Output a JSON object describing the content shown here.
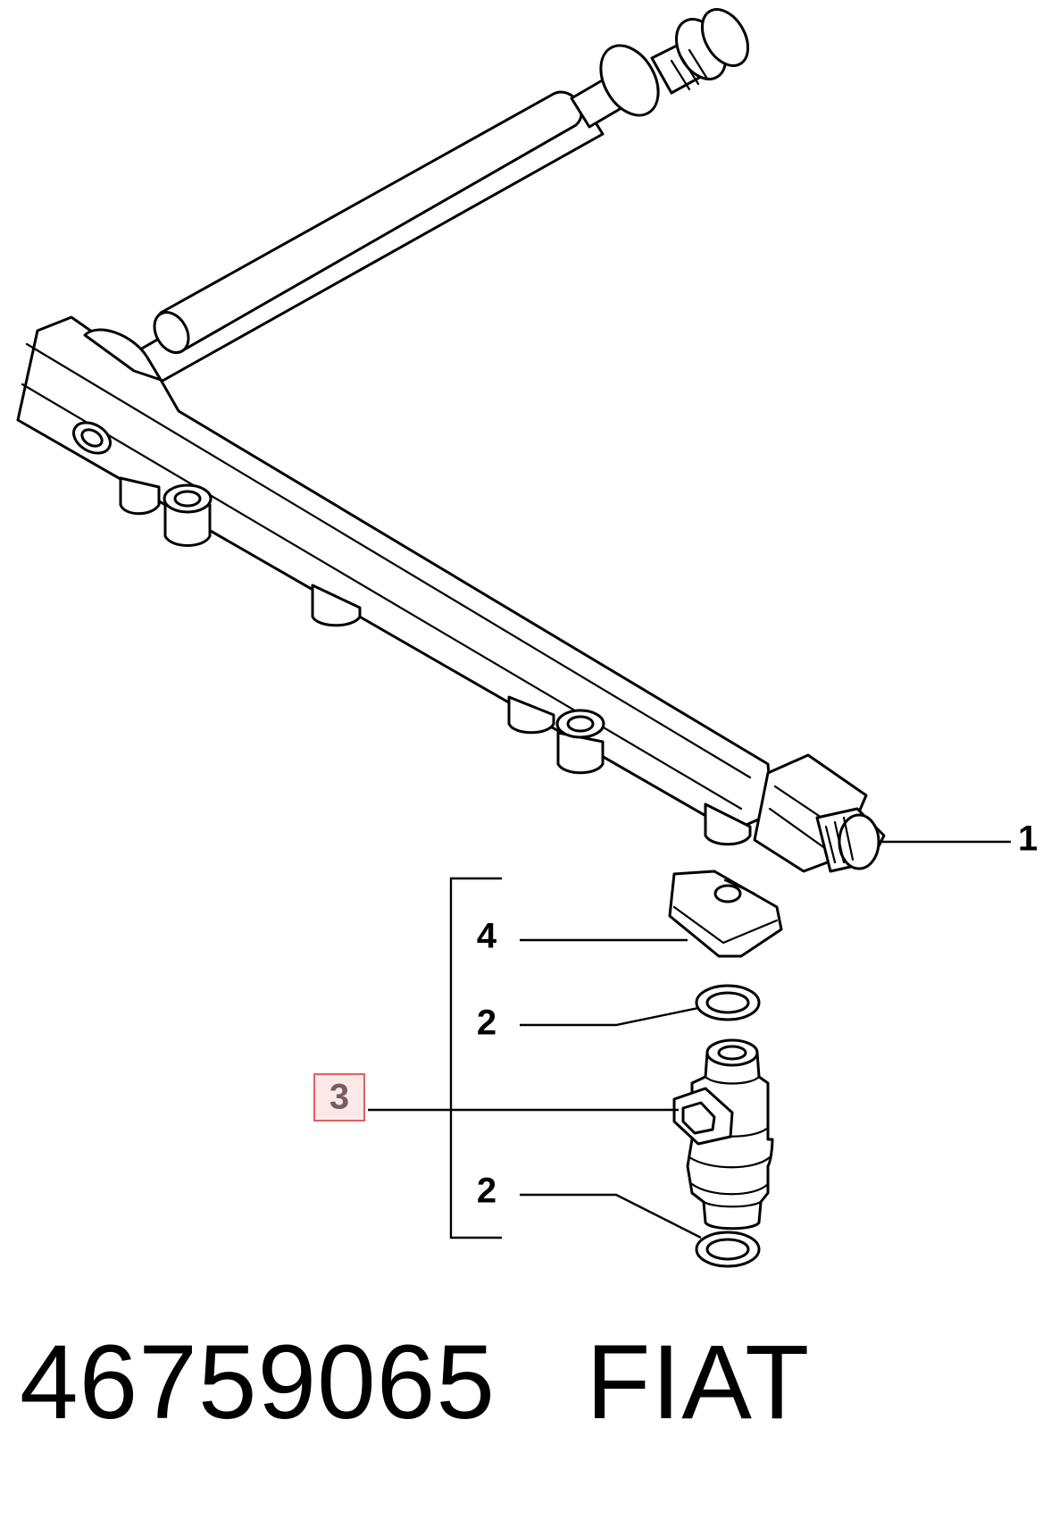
{
  "callouts": {
    "c1": "1",
    "c2_upper": "2",
    "c2_lower": "2",
    "c3": "3",
    "c4": "4"
  },
  "caption": {
    "part_number": "46759065",
    "brand": "FIAT"
  },
  "colors": {
    "line": "#000000",
    "highlight_fill": "#fde8e8",
    "highlight_border": "#e06060",
    "highlight_text": "#7a5c60"
  }
}
